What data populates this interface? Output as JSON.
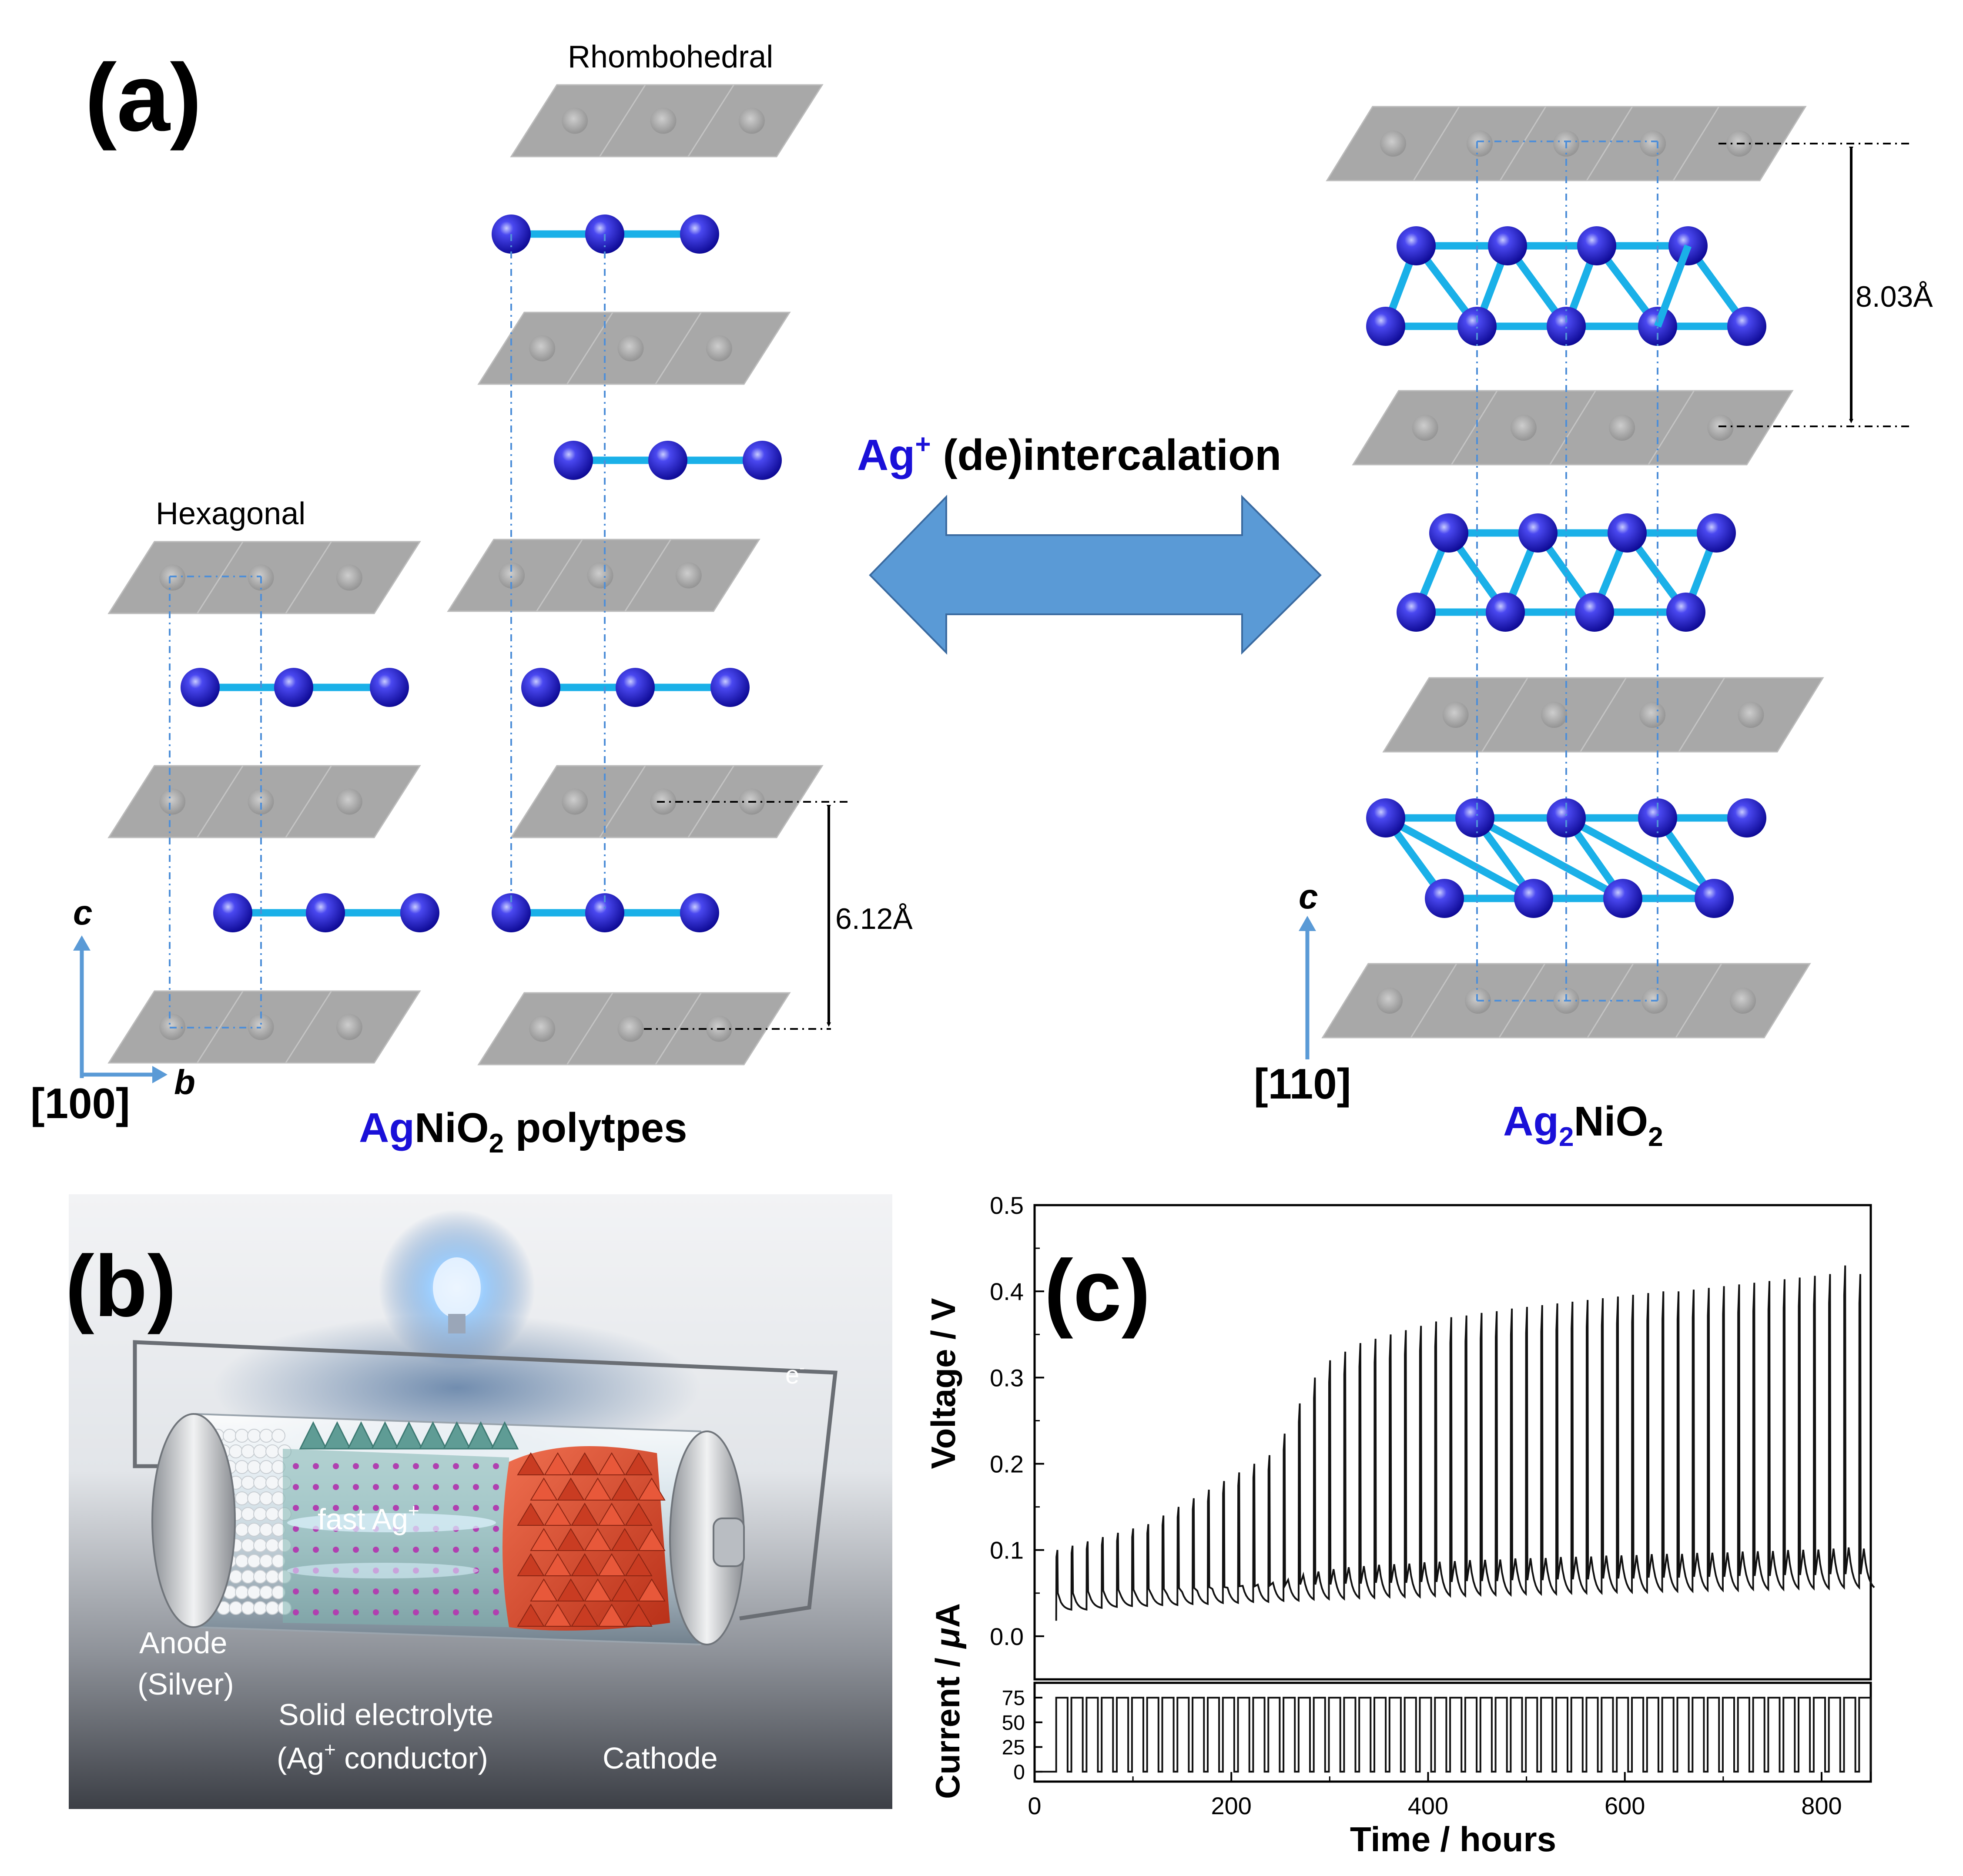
{
  "panel_a": {
    "label": "(a)",
    "rhombohedral_label": "Rhombohedral",
    "hexagonal_label": "Hexagonal",
    "arrow_label_ag": "Ag",
    "arrow_label_sup": "+",
    "arrow_label_rest": " (de)intercalation",
    "spacing_hex": "6.12Å",
    "spacing_ag2": "8.03Å",
    "axis_c_left": "c",
    "axis_b_left": "b",
    "direction_left": "[100]",
    "axis_c_right": "c",
    "direction_right": "[110]",
    "caption_left_ag": "Ag",
    "caption_left_ni": "NiO",
    "caption_left_sub": "2",
    "caption_left_rest": " polytpes",
    "caption_right_ag": "Ag",
    "caption_right_ag_sub": "2",
    "caption_right_ni": "NiO",
    "caption_right_sub": "2",
    "colors": {
      "ag_blue": "#1a10d8",
      "bond": "#1ab0e8",
      "layer": "#a8a8a8",
      "arrow": "#5a9ad6"
    }
  },
  "panel_b": {
    "label": "(b)",
    "electron_label": "e",
    "electron_sup": "-",
    "fast_ag": "fast Ag",
    "fast_ag_sup": "+",
    "anode_line1": "Anode",
    "anode_line2": "(Silver)",
    "electrolyte_line1": "Solid electrolyte",
    "electrolyte_line2_a": "(Ag",
    "electrolyte_line2_sup": "+",
    "electrolyte_line2_b": " conductor)",
    "cathode": "Cathode",
    "colors": {
      "cathode": "#d8452a",
      "electrolyte": "#6aa8a0"
    }
  },
  "panel_c": {
    "label": "(c)",
    "ylabel_top": "Voltage / V",
    "ylabel_bottom_pre": "Current / ",
    "ylabel_bottom_mu": "μ",
    "ylabel_bottom_post": "A",
    "xlabel": "Time / hours"
  },
  "chart_data": [
    {
      "type": "line",
      "title": "",
      "xlabel": "Time / hours",
      "ylabel": "Voltage / V",
      "xlim": [
        0,
        850
      ],
      "ylim": [
        -0.05,
        0.5
      ],
      "x_ticks": [
        0,
        200,
        400,
        600,
        800
      ],
      "y_ticks": [
        0.0,
        0.1,
        0.2,
        0.3,
        0.4,
        0.5
      ],
      "series": [
        {
          "cycle_start_hours": 22,
          "cycle_period_hours": 15.4,
          "cycle_count": 54,
          "peak_voltage": [
            0.1,
            0.105,
            0.11,
            0.115,
            0.12,
            0.125,
            0.13,
            0.14,
            0.15,
            0.16,
            0.17,
            0.18,
            0.19,
            0.2,
            0.21,
            0.235,
            0.27,
            0.3,
            0.32,
            0.33,
            0.34,
            0.345,
            0.35,
            0.355,
            0.36,
            0.365,
            0.37,
            0.372,
            0.375,
            0.377,
            0.38,
            0.382,
            0.384,
            0.386,
            0.388,
            0.39,
            0.392,
            0.394,
            0.396,
            0.398,
            0.4,
            0.4,
            0.402,
            0.404,
            0.406,
            0.408,
            0.41,
            0.412,
            0.414,
            0.416,
            0.418,
            0.42,
            0.43,
            0.42
          ],
          "baseline_voltage": [
            0.03,
            0.03,
            0.032,
            0.033,
            0.034,
            0.034,
            0.035,
            0.035,
            0.036,
            0.036,
            0.037,
            0.037,
            0.038,
            0.038,
            0.039,
            0.039,
            0.04,
            0.04,
            0.04,
            0.041,
            0.041,
            0.042,
            0.042,
            0.042,
            0.043,
            0.043,
            0.043,
            0.044,
            0.044,
            0.044,
            0.045,
            0.045,
            0.045,
            0.046,
            0.046,
            0.046,
            0.047,
            0.047,
            0.047,
            0.048,
            0.048,
            0.048,
            0.049,
            0.049,
            0.049,
            0.05,
            0.05,
            0.05,
            0.051,
            0.051,
            0.051,
            0.052,
            0.052,
            0.052
          ]
        }
      ]
    },
    {
      "type": "line",
      "title": "",
      "xlabel": "Time / hours",
      "ylabel": "Current / μA",
      "xlim": [
        0,
        850
      ],
      "ylim": [
        -10,
        90
      ],
      "y_ticks": [
        0,
        25,
        50,
        75
      ],
      "series": [
        {
          "pulse_high": 75,
          "pulse_low": 0,
          "cycle_start_hours": 22,
          "cycle_period_hours": 15.4,
          "cycle_count": 54,
          "duty": 0.75
        }
      ]
    }
  ]
}
